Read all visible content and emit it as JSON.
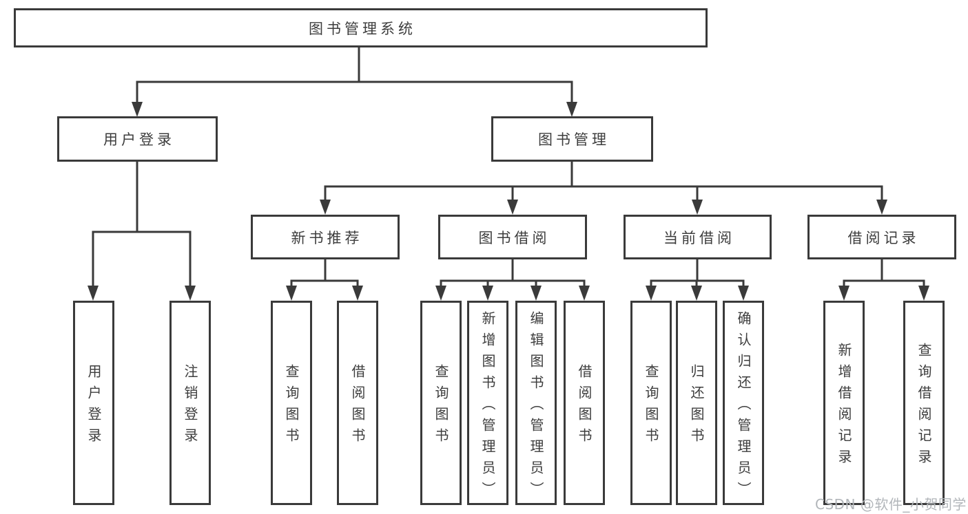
{
  "page": {
    "watermark": "CSDN @软件_小贺同学"
  },
  "colors": {
    "line": "#3a3a3a",
    "text": "#3d3d3d",
    "box_background": "#ffffff",
    "page_background": "#ffffff",
    "watermark": "#b2b6ba"
  },
  "tree": {
    "root": "图书管理系统",
    "branches": [
      {
        "label": "用户登录",
        "leaves": [
          "用户登录",
          "注销登录"
        ]
      },
      {
        "label": "图书管理",
        "groups": [
          {
            "label": "新书推荐",
            "leaves": [
              "查询图书",
              "借阅图书"
            ]
          },
          {
            "label": "图书借阅",
            "leaves": [
              "查询图书",
              "新增图书（管理员）",
              "编辑图书（管理员）",
              "借阅图书"
            ]
          },
          {
            "label": "当前借阅",
            "leaves": [
              "查询图书",
              "归还图书",
              "确认归还（管理员）"
            ]
          },
          {
            "label": "借阅记录",
            "leaves": [
              "新增借阅记录",
              "查询借阅记录"
            ]
          }
        ]
      }
    ]
  }
}
